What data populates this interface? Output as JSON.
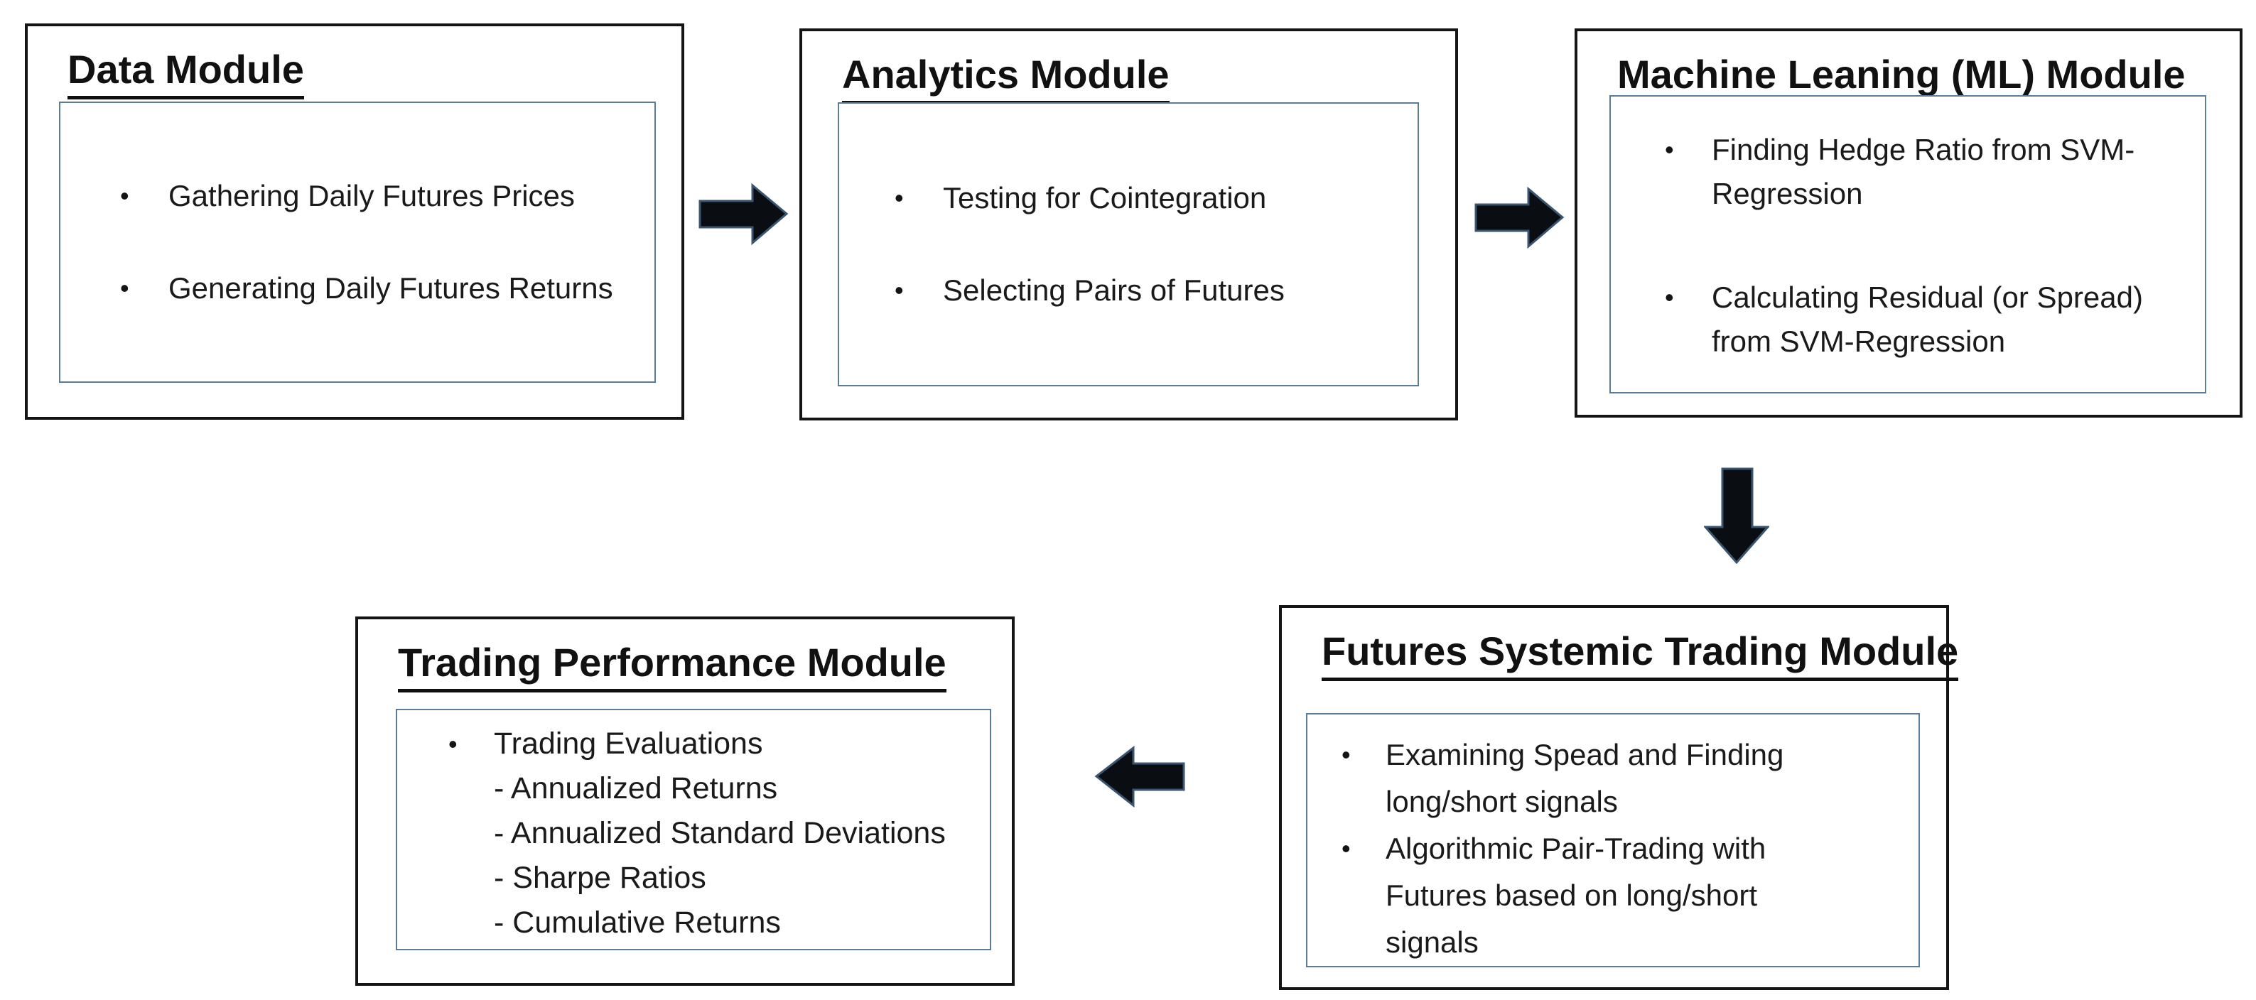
{
  "page": {
    "background": "#ffffff"
  },
  "ui": {
    "bullet": "•"
  },
  "colors": {
    "box_border": "#141414",
    "inner_border": "#5b7b9c",
    "arrow_fill": "#0a0d12",
    "arrow_stroke": "#3a5570",
    "text": "#1a1a1a"
  },
  "modules": [
    {
      "title": "Data Module",
      "items": [
        "Gathering Daily Futures Prices",
        "Generating Daily Futures Returns"
      ]
    },
    {
      "title": "Analytics Module",
      "items": [
        "Testing for Cointegration",
        "Selecting Pairs of Futures"
      ]
    },
    {
      "title": "Machine Leaning (ML) Module",
      "items": [
        "Finding Hedge Ratio from SVM-\nRegression",
        "Calculating Residual (or Spread)\nfrom SVM-Regression"
      ]
    },
    {
      "title": "Futures Systemic Trading Module",
      "items": [
        "Examining Spead and Finding\nlong/short signals",
        "Algorithmic Pair-Trading with\nFutures based on long/short\nsignals"
      ]
    },
    {
      "title": "Trading Performance Module",
      "items": [
        "Trading Evaluations"
      ],
      "sub_items": [
        "- Annualized Returns",
        "- Annualized Standard Deviations",
        "- Sharpe Ratios",
        "- Cumulative Returns"
      ]
    }
  ],
  "arrows": [
    {
      "direction": "right",
      "from": "Data Module",
      "to": "Analytics Module"
    },
    {
      "direction": "right",
      "from": "Analytics Module",
      "to": "Machine Leaning (ML) Module"
    },
    {
      "direction": "down",
      "from": "Machine Leaning (ML) Module",
      "to": "Futures Systemic Trading Module"
    },
    {
      "direction": "left",
      "from": "Futures Systemic Trading Module",
      "to": "Trading Performance Module"
    }
  ]
}
